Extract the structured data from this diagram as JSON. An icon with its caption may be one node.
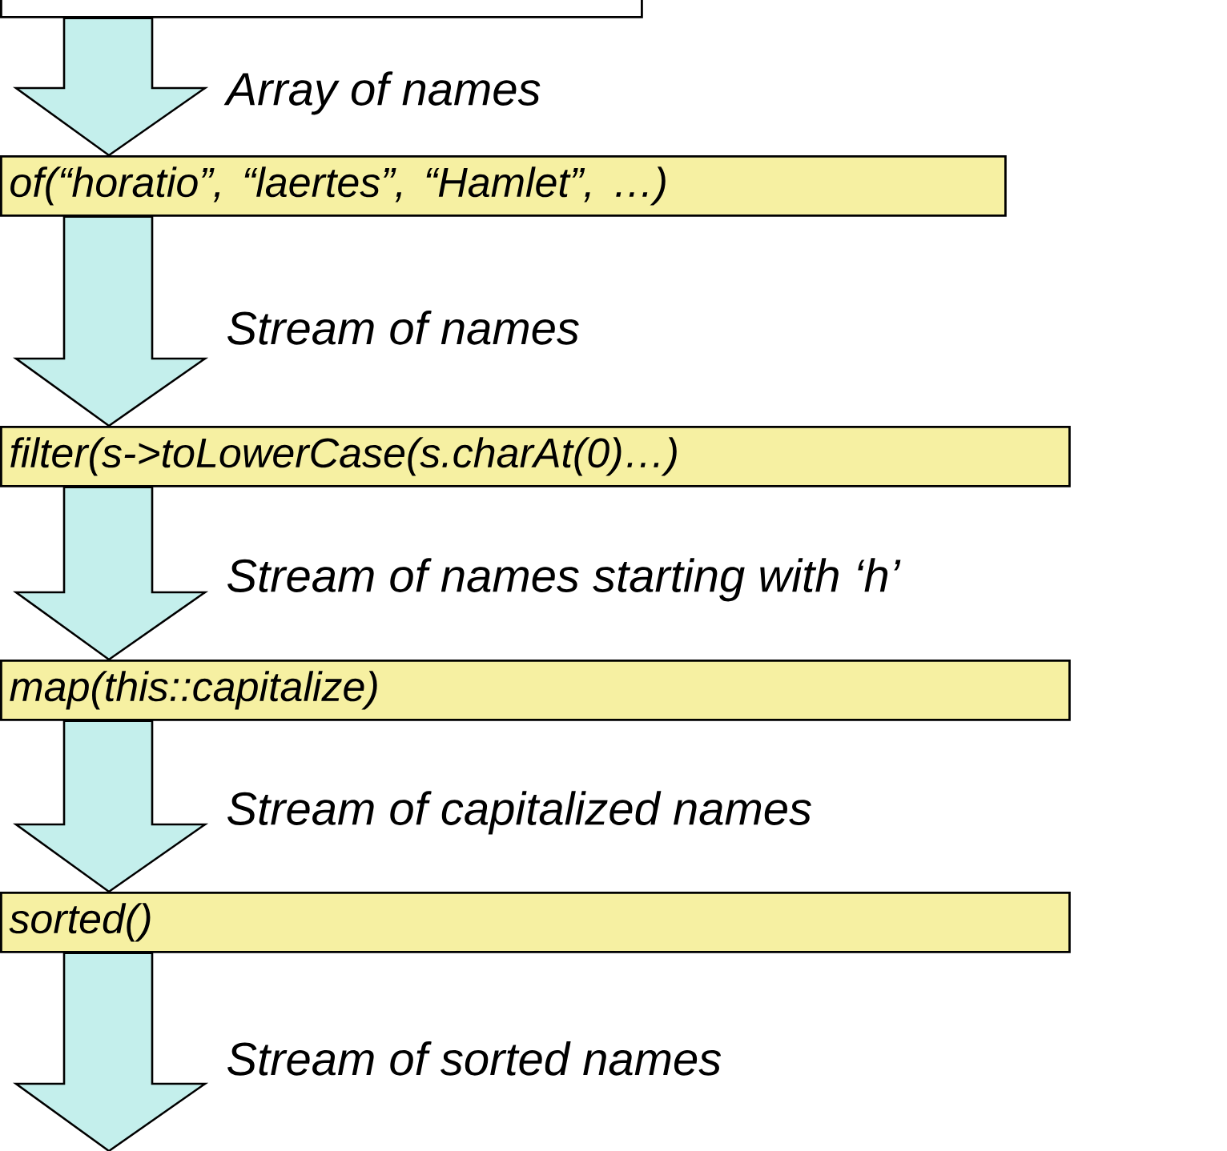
{
  "diagram": {
    "nodes": [
      {
        "text": [],
        "shape": "box"
      },
      {
        "text": [
          "of(“horatio”, “laertes”, “Hamlet”, …)"
        ]
      },
      {
        "text": [
          "filter(s->toLowerCase(s.charAt(0)…)"
        ]
      },
      {
        "text": [
          "map(this::capitalize)"
        ]
      },
      {
        "text": [
          "sorted()"
        ]
      }
    ],
    "edges": [
      {
        "from": 0,
        "to": 1,
        "arrow": "to",
        "label": "Array of names"
      },
      {
        "from": 1,
        "to": 2,
        "arrow": "to",
        "label": "Stream of names"
      },
      {
        "from": 2,
        "to": 3,
        "arrow": "to",
        "label": "Stream of names starting with ‘h’"
      },
      {
        "from": 3,
        "to": 4,
        "arrow": "to",
        "label": "Stream of capitalized names"
      },
      {
        "from": 4,
        "to": null,
        "arrow": "to",
        "label": "Stream of sorted names"
      }
    ]
  }
}
